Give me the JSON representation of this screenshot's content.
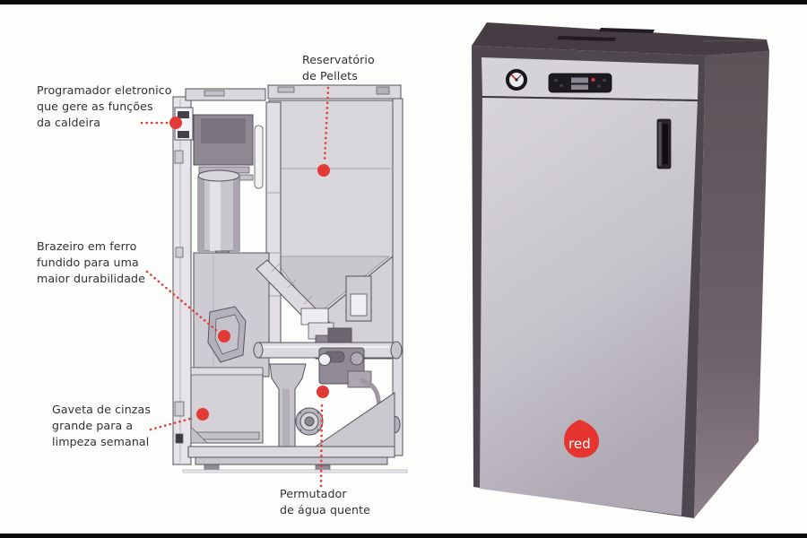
{
  "colors": {
    "accent_red": "#e23a36",
    "logo_red": "#e6342f",
    "cabinet_dark": "#453d43",
    "panel_silver": "#cfccd3",
    "page_background": "#ffffff",
    "border_bar": "#0d0d0d"
  },
  "callouts": [
    {
      "id": "reservatorio",
      "lines": [
        "Reservatório",
        "de Pellets"
      ]
    },
    {
      "id": "programador",
      "lines": [
        "Programador eletronico",
        "que gere as funções",
        "da caldeira"
      ]
    },
    {
      "id": "brazeiro",
      "lines": [
        "Brazeiro em ferro",
        "fundido para uma",
        "maior durabilidade"
      ]
    },
    {
      "id": "gaveta",
      "lines": [
        "Gaveta de cinzas",
        "grande para a",
        "limpeza semanal"
      ]
    },
    {
      "id": "permutador",
      "lines": [
        "Permutador",
        "de água quente"
      ]
    }
  ],
  "photo": {
    "logo_text": "red"
  }
}
